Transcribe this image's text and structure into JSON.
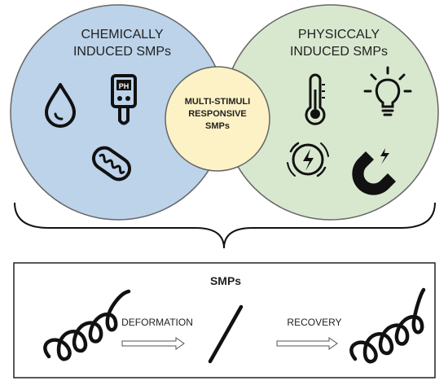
{
  "chemical": {
    "line1": "CHEMICALLY",
    "line2": "INDUCED SMPs",
    "fill": "#bcd3ea"
  },
  "physical": {
    "line1": "PHYSICCALY",
    "line2": "INDUCED SMPs",
    "fill": "#d8e8cf"
  },
  "center": {
    "line1": "MULTI-STIMULI",
    "line2": "RESPONSIVE",
    "line3": "SMPs",
    "fill": "#fdf2c6"
  },
  "ph_meter": {
    "text": "PH"
  },
  "bottom": {
    "title": "SMPs",
    "deformation_label": "DEFORMATION",
    "recovery_label": "RECOVERY"
  },
  "icons": {
    "chemical": [
      "water-drop-icon",
      "ph-meter-icon",
      "mitochondria-icon"
    ],
    "physical": [
      "thermometer-icon",
      "light-bulb-icon",
      "electric-field-icon",
      "magnet-icon"
    ]
  }
}
